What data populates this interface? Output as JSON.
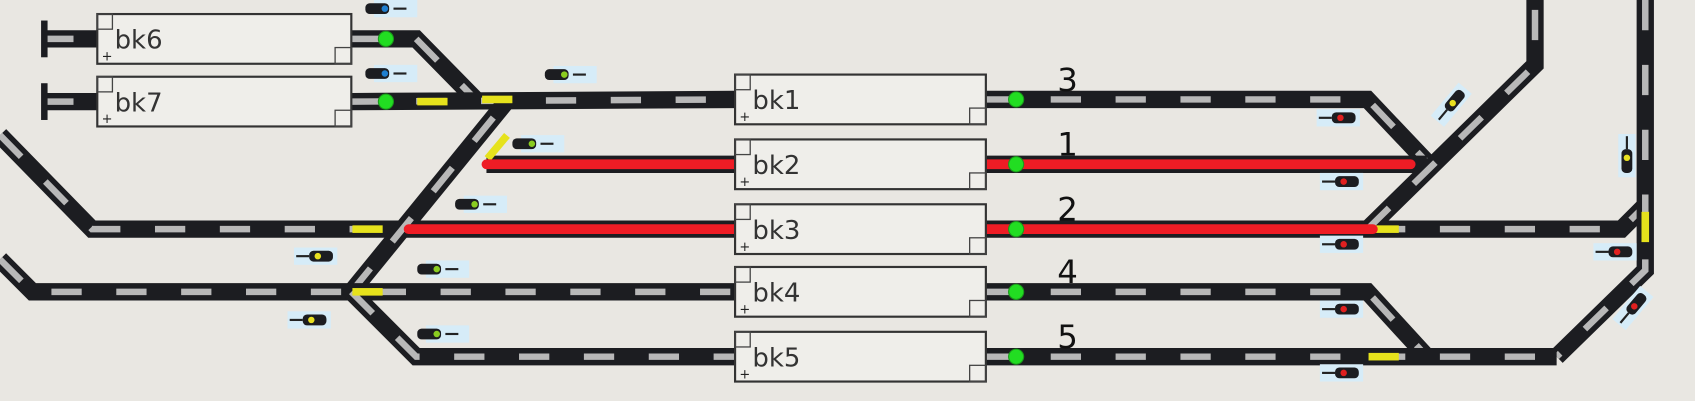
{
  "blocks": [
    {
      "label": "bk1",
      "occupied": false
    },
    {
      "label": "bk2",
      "occupied": true
    },
    {
      "label": "bk3",
      "occupied": true
    },
    {
      "label": "bk4",
      "occupied": false
    },
    {
      "label": "bk5",
      "occupied": false
    },
    {
      "label": "bk6",
      "occupied": false
    },
    {
      "label": "bk7",
      "occupied": false
    }
  ],
  "track_numbers": [
    "3",
    "1",
    "2",
    "4",
    "5"
  ],
  "block_signals": [
    "green",
    "green",
    "green",
    "green",
    "green",
    "green",
    "green"
  ],
  "routes": [
    {
      "name": "route-track-1",
      "color": "#ee1c25"
    },
    {
      "name": "route-track-2",
      "color": "#ee1c25"
    }
  ],
  "colors": {
    "background": "#e9e7e2",
    "track": "#1c1d21",
    "sleeper": "#b8b8b8",
    "reserved": "#e6e21c",
    "signal_green": "#22dd22",
    "signal_red": "#e02020",
    "signal_yellow": "#e8e020",
    "route": "#ee1c25"
  }
}
